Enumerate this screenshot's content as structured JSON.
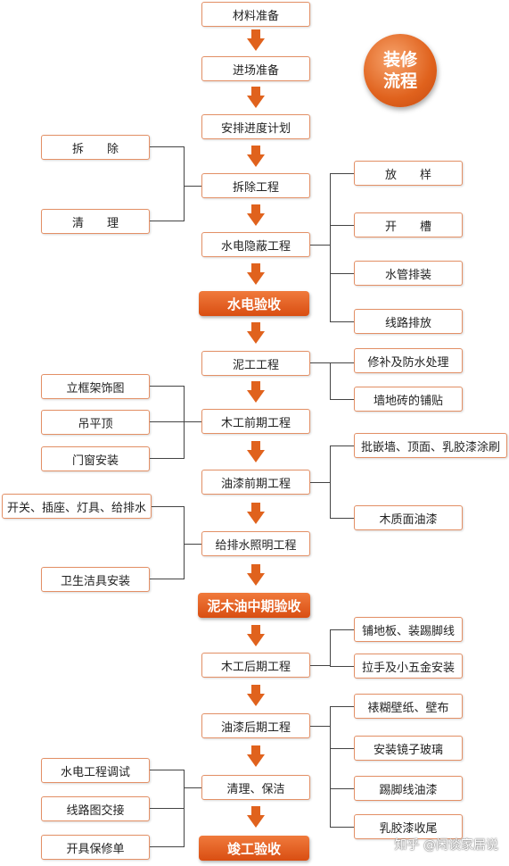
{
  "badge": {
    "line1": "装修",
    "line2": "流程"
  },
  "main_steps": [
    "材料准备",
    "进场准备",
    "安排进度计划",
    "拆除工程",
    "水电隐蔽工程",
    "泥工工程",
    "木工前期工程",
    "油漆前期工程",
    "给排水照明工程",
    "木工后期工程",
    "油漆后期工程",
    "清理、保洁"
  ],
  "milestones": [
    "水电验收",
    "泥木油中期验收",
    "竣工验收"
  ],
  "left_items": [
    "拆　　除",
    "清　　理",
    "立框架饰图",
    "吊平顶",
    "门窗安装",
    "开关、插座、灯具、给排水",
    "卫生洁具安装",
    "水电工程调试",
    "线路图交接",
    "开具保修单"
  ],
  "right_items": [
    "放　　样",
    "开　　槽",
    "水管排装",
    "线路排放",
    "修补及防水处理",
    "墙地砖的铺贴",
    "批嵌墙、顶面、乳胶漆涂刷",
    "木质面油漆",
    "铺地板、装踢脚线",
    "拉手及小五金安装",
    "裱糊壁纸、壁布",
    "安装镜子玻璃",
    "踢脚线油漆",
    "乳胶漆收尾"
  ],
  "watermark": "知乎 @闲谈家居说",
  "colors": {
    "border": "#e39066",
    "accent": "#e0621d",
    "line": "#444444"
  }
}
